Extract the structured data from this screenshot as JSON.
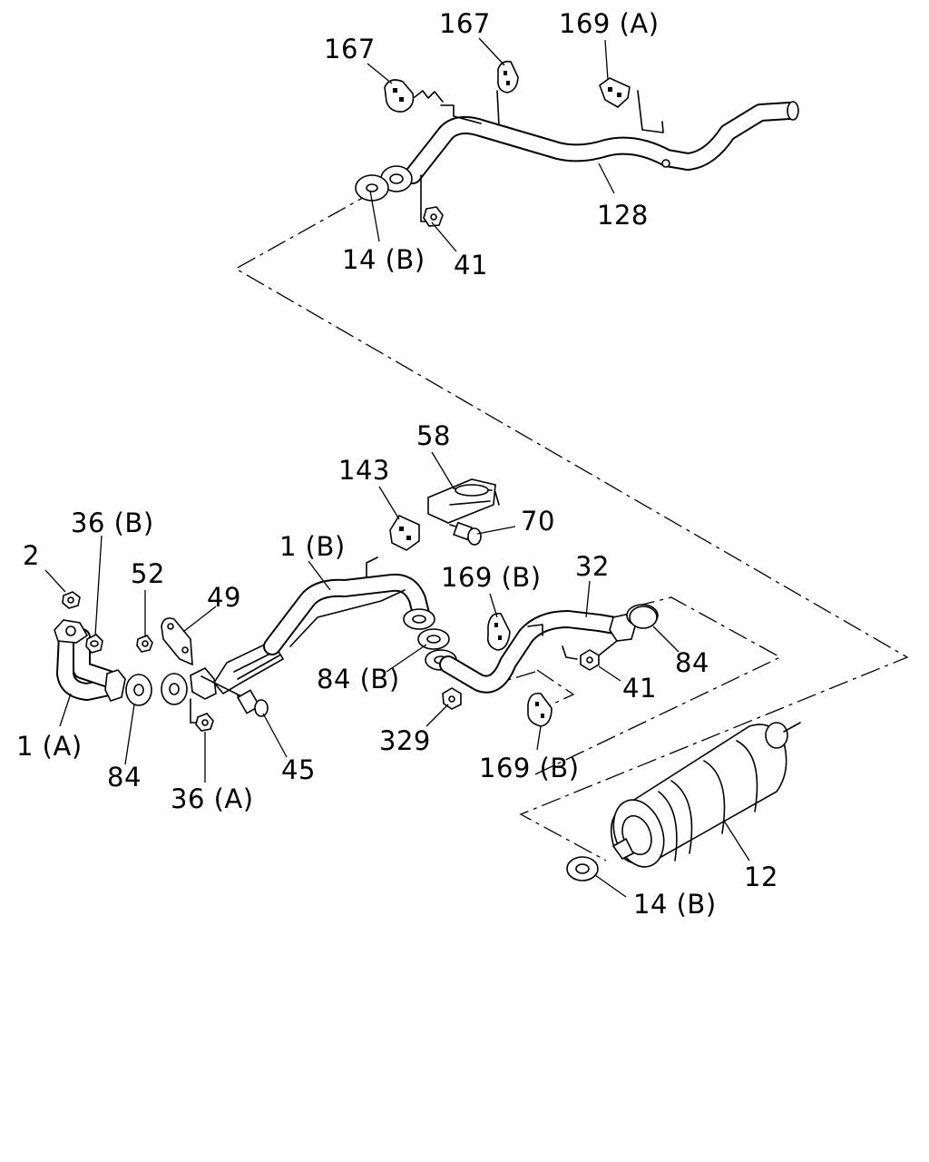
{
  "labels": {
    "l167a": "167",
    "l167b": "167",
    "l169A": "169 (A)",
    "l128": "128",
    "l14Btop": "14 (B)",
    "l41top": "41",
    "l58": "58",
    "l143": "143",
    "l70": "70",
    "l36B": "36 (B)",
    "l2": "2",
    "l52": "52",
    "l49": "49",
    "l1B": "1 (B)",
    "l169Bup": "169 (B)",
    "l32": "32",
    "l84right": "84",
    "l84B": "84 (B)",
    "l41mid": "41",
    "l1A": "1 (A)",
    "l84left": "84",
    "l45": "45",
    "l36A": "36 (A)",
    "l329": "329",
    "l169Bdown": "169 (B)",
    "l12": "12",
    "l14Bbottom": "14 (B)"
  },
  "colors": {
    "line": "#000000",
    "background": "#ffffff"
  }
}
